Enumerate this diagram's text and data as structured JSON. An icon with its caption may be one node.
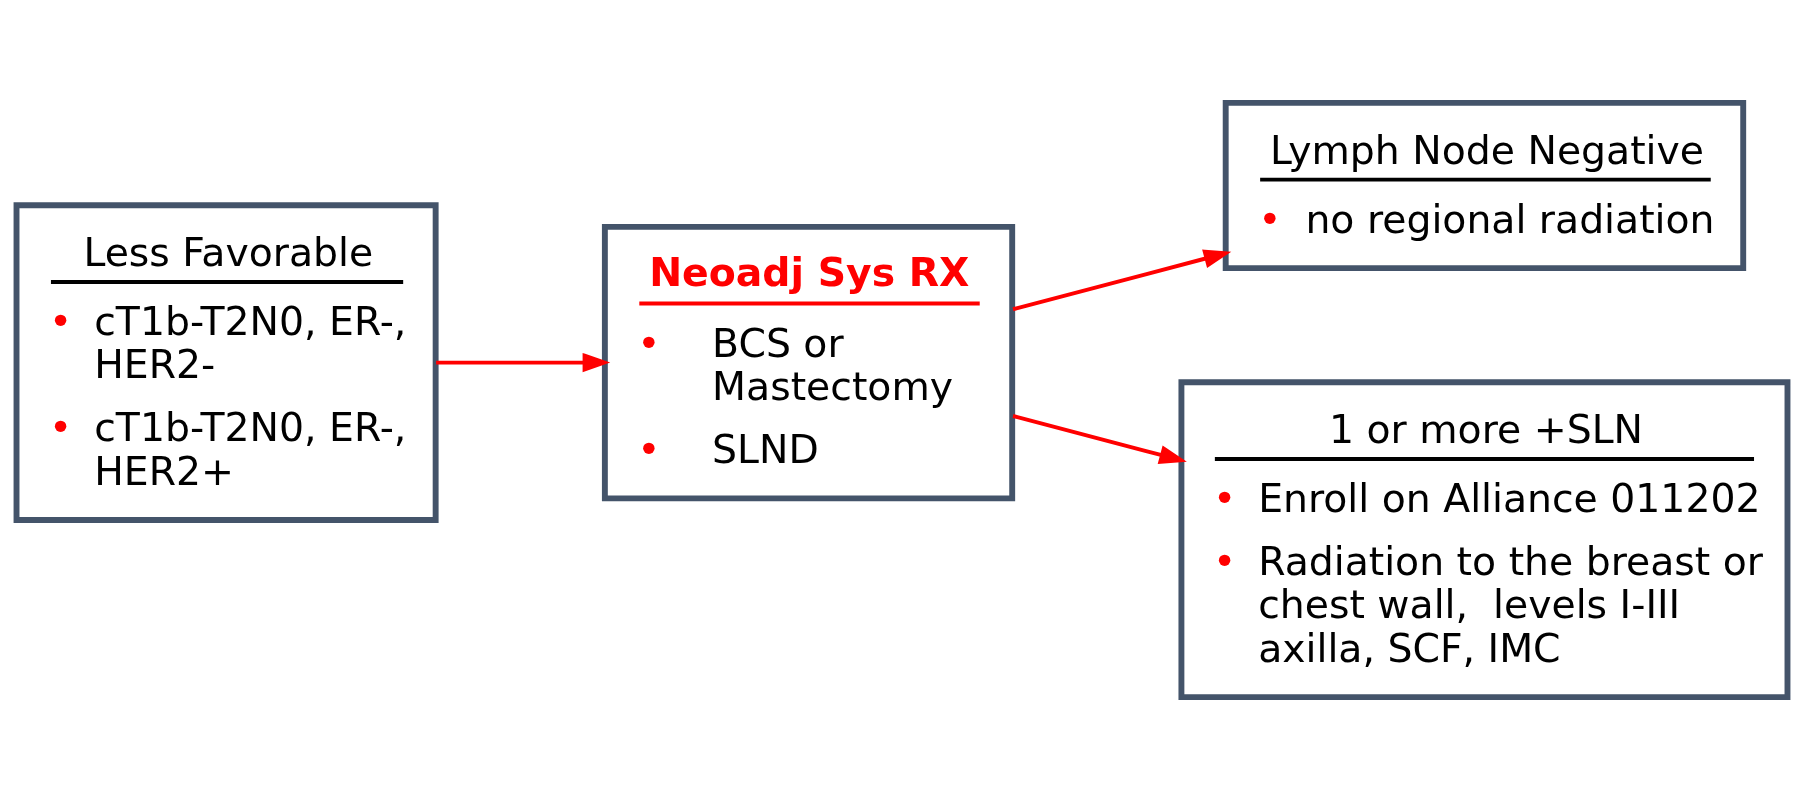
{
  "diagram": {
    "nodes": [
      {
        "text": [
          "Less Favorable",
          "• cT1b-T2N0, ER-, HER2-",
          "• cT1b-T2N0, ER-, HER2+"
        ]
      },
      {
        "text": [
          "Neoadj Sys RX",
          "• BCS or Mastectomy",
          "• SLND"
        ]
      },
      {
        "text": [
          "Lymph Node Negative",
          "• no regional radiation"
        ]
      },
      {
        "text": [
          "1 or more +SLN",
          "• Enroll on Alliance 011202",
          "• Radiation to the breast or chest wall,  levels I-III axilla, SCF, IMC"
        ]
      }
    ],
    "edges": [
      {
        "from": 0,
        "to": 1,
        "arrow": "to"
      },
      {
        "from": 1,
        "to": 2,
        "arrow": "to"
      },
      {
        "from": 1,
        "to": 3,
        "arrow": "to"
      }
    ]
  }
}
